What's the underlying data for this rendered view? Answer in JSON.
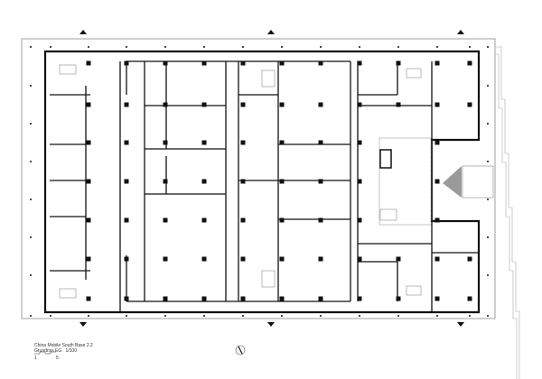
{
  "drawing": {
    "project_title": "China Mobile South Base 2.2",
    "sheet_title": "Grundriss EG",
    "scale_ratio": "1/100",
    "scale_bar": {
      "start_label": "1",
      "end_label": "5"
    }
  },
  "colors": {
    "wall": "#111111",
    "light": "#9a9a9a",
    "entrance_marker": "#9a9a9a"
  }
}
